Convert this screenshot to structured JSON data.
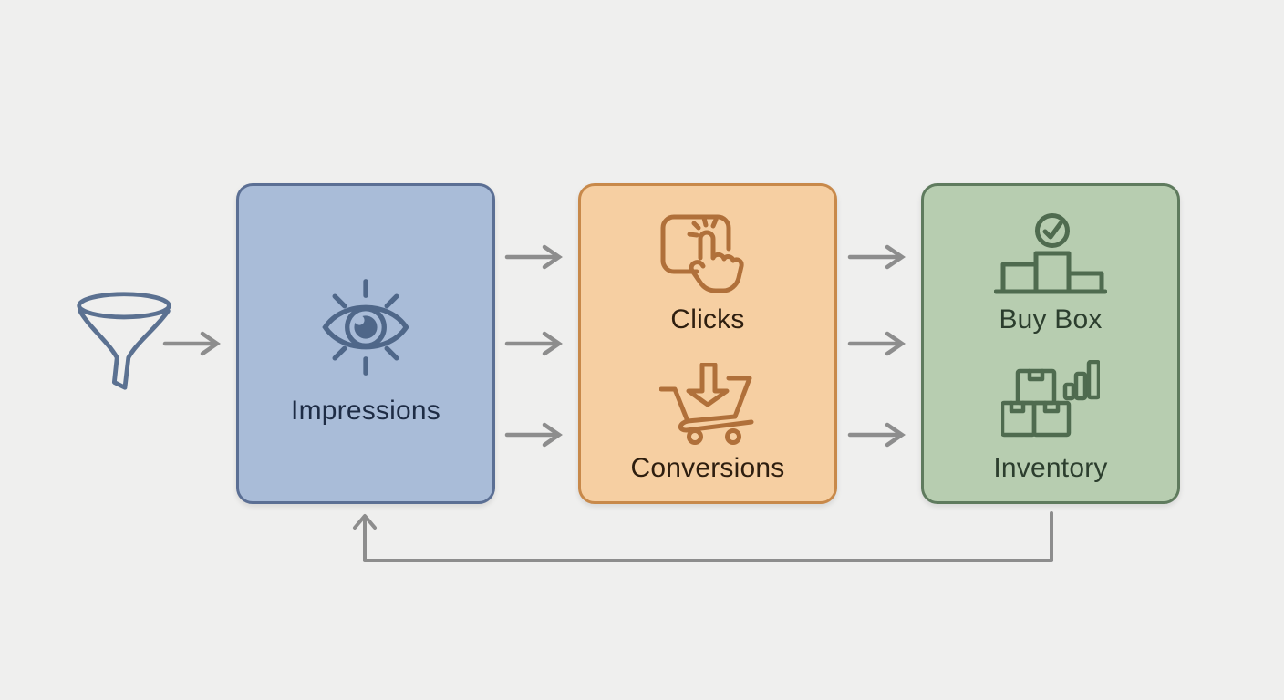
{
  "colors": {
    "background": "#efefee",
    "connector": "#8d8d8d",
    "impressions_fill": "#a9bcd8",
    "impressions_border": "#5b6f94",
    "impressions_text": "#1e2c45",
    "impressions_icon": "#4f6789",
    "engagement_fill": "#f6cfa2",
    "engagement_border": "#c8894a",
    "engagement_text": "#2e1e0f",
    "engagement_icon": "#b0703a",
    "outcomes_fill": "#b7cdb0",
    "outcomes_border": "#5f7b5e",
    "outcomes_text": "#2c3e2e",
    "outcomes_icon": "#4f6b4f",
    "funnel_icon": "#5b7191"
  },
  "input": {
    "icon": "funnel-icon"
  },
  "stages": [
    {
      "name": "impressions",
      "label": "Impressions",
      "icon": "eye-icon"
    },
    {
      "name": "engagement",
      "items": [
        {
          "label": "Clicks",
          "icon": "tap-click-icon"
        },
        {
          "label": "Conversions",
          "icon": "cart-download-icon"
        }
      ]
    },
    {
      "name": "outcomes",
      "items": [
        {
          "label": "Buy Box",
          "icon": "podium-check-icon"
        },
        {
          "label": "Inventory",
          "icon": "inventory-boxes-icon"
        }
      ]
    }
  ],
  "edges": [
    {
      "from": "funnel",
      "to": "impressions",
      "arrows": 1
    },
    {
      "from": "impressions",
      "to": "engagement",
      "arrows": 3
    },
    {
      "from": "engagement",
      "to": "outcomes",
      "arrows": 3
    },
    {
      "from": "outcomes",
      "to": "impressions",
      "arrows": 1,
      "type": "feedback-loop"
    }
  ]
}
